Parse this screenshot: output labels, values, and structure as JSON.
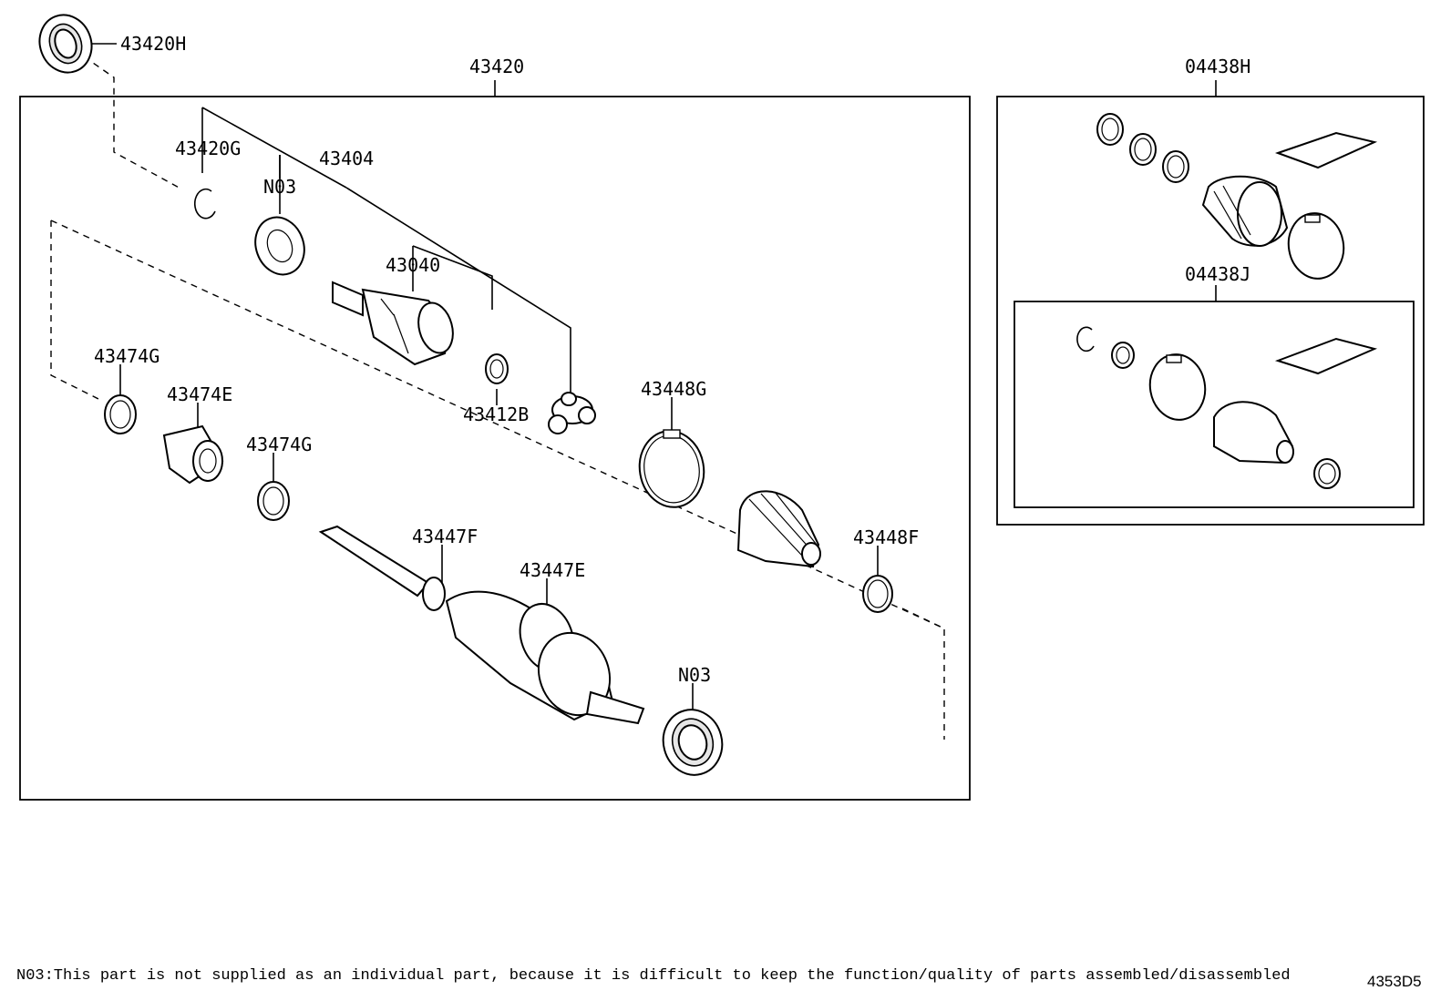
{
  "labels": {
    "l_43420H": "43420H",
    "l_43420": "43420",
    "l_04438H": "04438H",
    "l_04438J": "04438J",
    "l_43420G": "43420G",
    "l_N03_top": "N03",
    "l_43404": "43404",
    "l_43040": "43040",
    "l_43412B": "43412B",
    "l_43474G_a": "43474G",
    "l_43474E": "43474E",
    "l_43474G_b": "43474G",
    "l_43448G": "43448G",
    "l_43447F": "43447F",
    "l_43447E": "43447E",
    "l_43448F": "43448F",
    "l_N03_bottom": "N03"
  },
  "footnote": "N03:This part is not supplied as an individual part, because it is difficult to keep the function/quality of parts assembled/disassembled",
  "diagram_code": "4353D5"
}
